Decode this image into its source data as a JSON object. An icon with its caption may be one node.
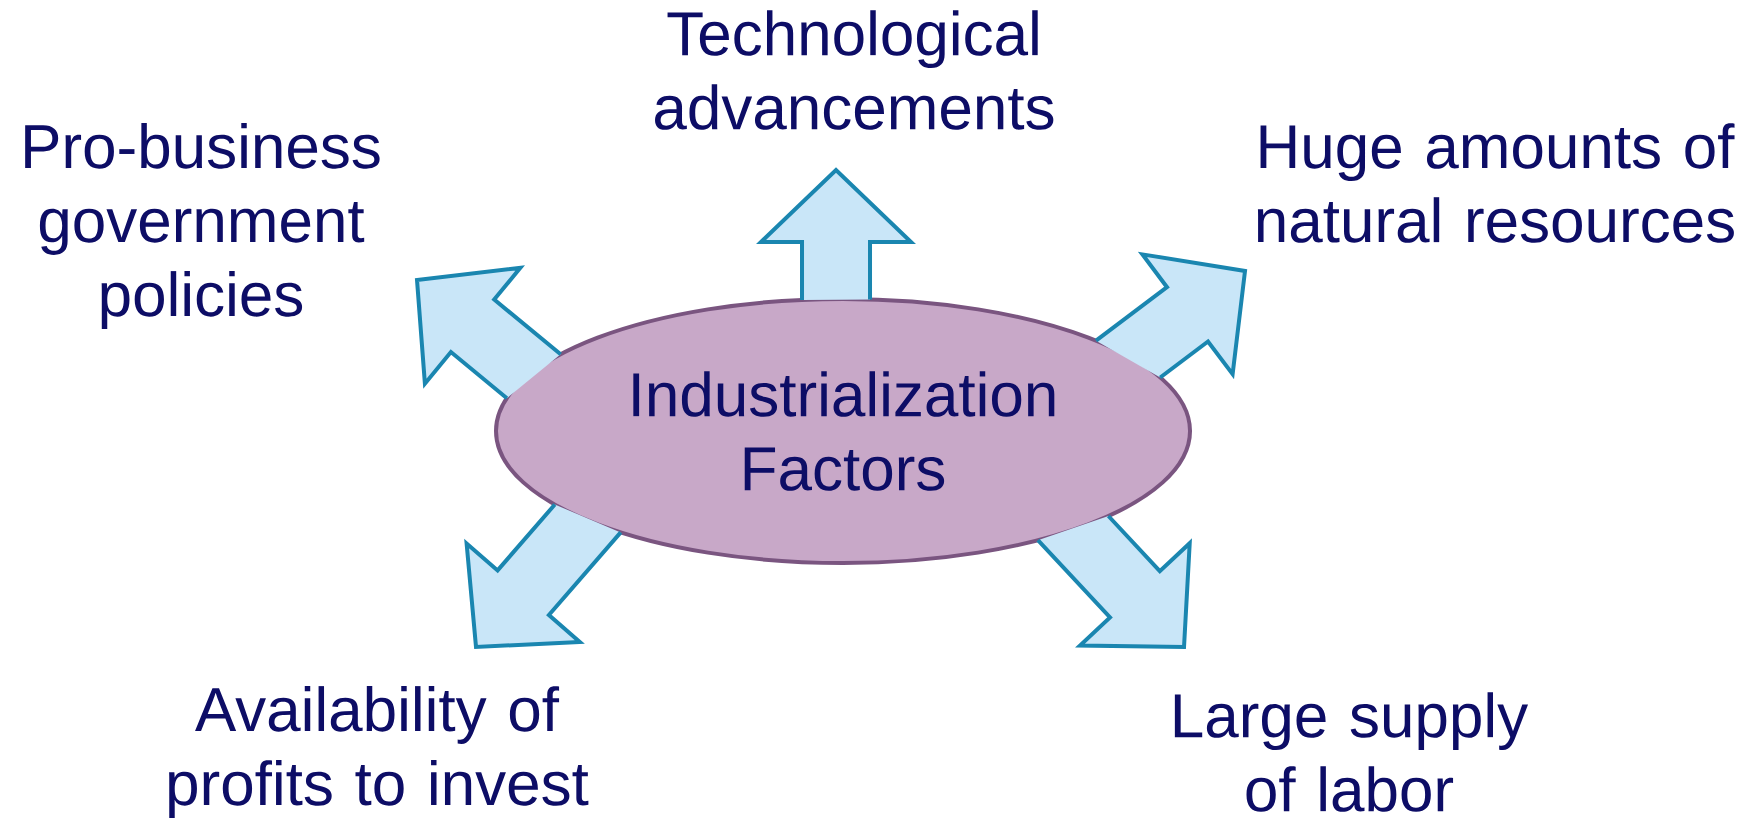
{
  "diagram": {
    "nodes": [
      {
        "text": [
          "Industrialization Factors"
        ]
      },
      {
        "text": [
          "Technological advancements"
        ]
      },
      {
        "text": [
          "Pro-business government policies"
        ]
      },
      {
        "text": [
          "Huge amounts of natural resources"
        ]
      },
      {
        "text": [
          "Availability of profits to invest"
        ]
      },
      {
        "text": [
          "Large supply of labor"
        ]
      }
    ],
    "edges": [
      {
        "from": 0,
        "to": 1,
        "arrow": "to"
      },
      {
        "from": 0,
        "to": 2,
        "arrow": "to"
      },
      {
        "from": 0,
        "to": 3,
        "arrow": "to"
      },
      {
        "from": 0,
        "to": 4,
        "arrow": "to"
      },
      {
        "from": 0,
        "to": 5,
        "arrow": "to"
      }
    ]
  }
}
